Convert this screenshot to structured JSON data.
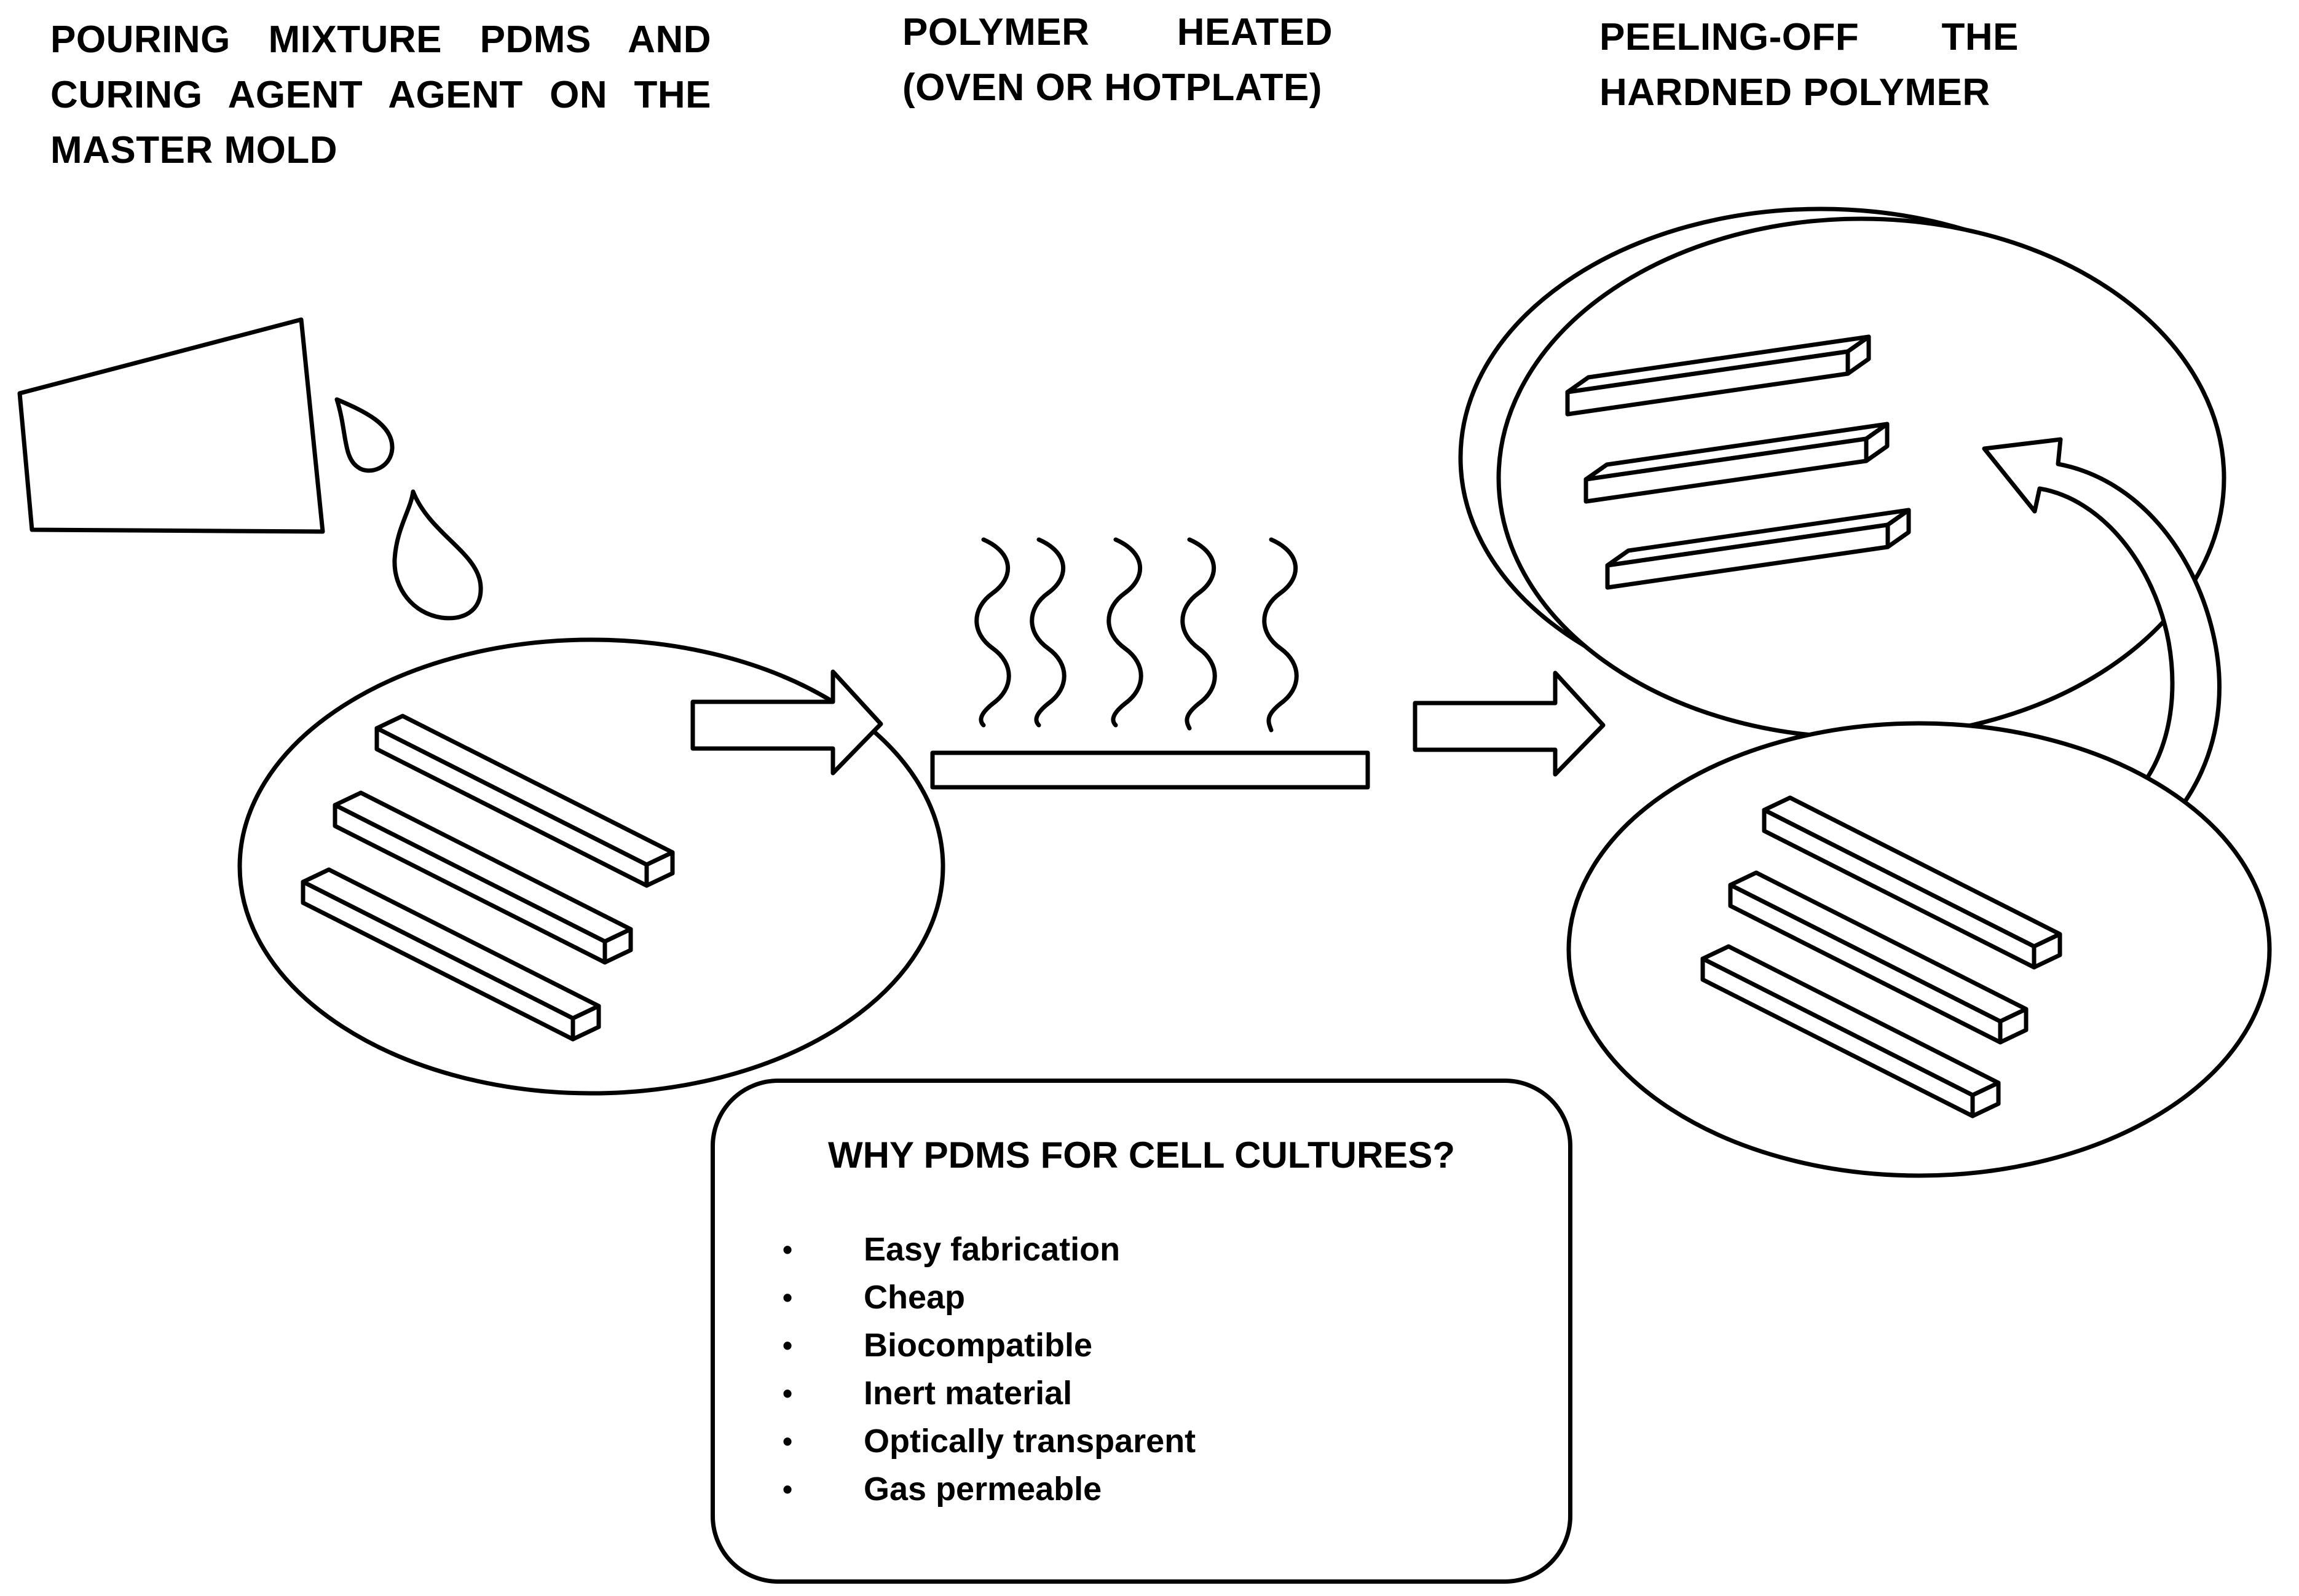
{
  "steps": [
    {
      "title": "POURING MIXTURE PDMS AND CURING AGENT AGENT ON THE MASTER MOLD"
    },
    {
      "title": "POLYMER HEATED (OVEN OR HOTPLATE)"
    },
    {
      "title": "PEELING-OFF THE HARDNED POLYMER"
    }
  ],
  "info_box": {
    "heading": "WHY PDMS FOR CELL CULTURES?",
    "bullet_symbol": "•",
    "items": [
      "Easy fabrication",
      "Cheap",
      "Biocompatible",
      "Inert material",
      "Optically transparent",
      "Gas permeable"
    ]
  },
  "colors": {
    "line": "#000000",
    "background": "#ffffff"
  }
}
